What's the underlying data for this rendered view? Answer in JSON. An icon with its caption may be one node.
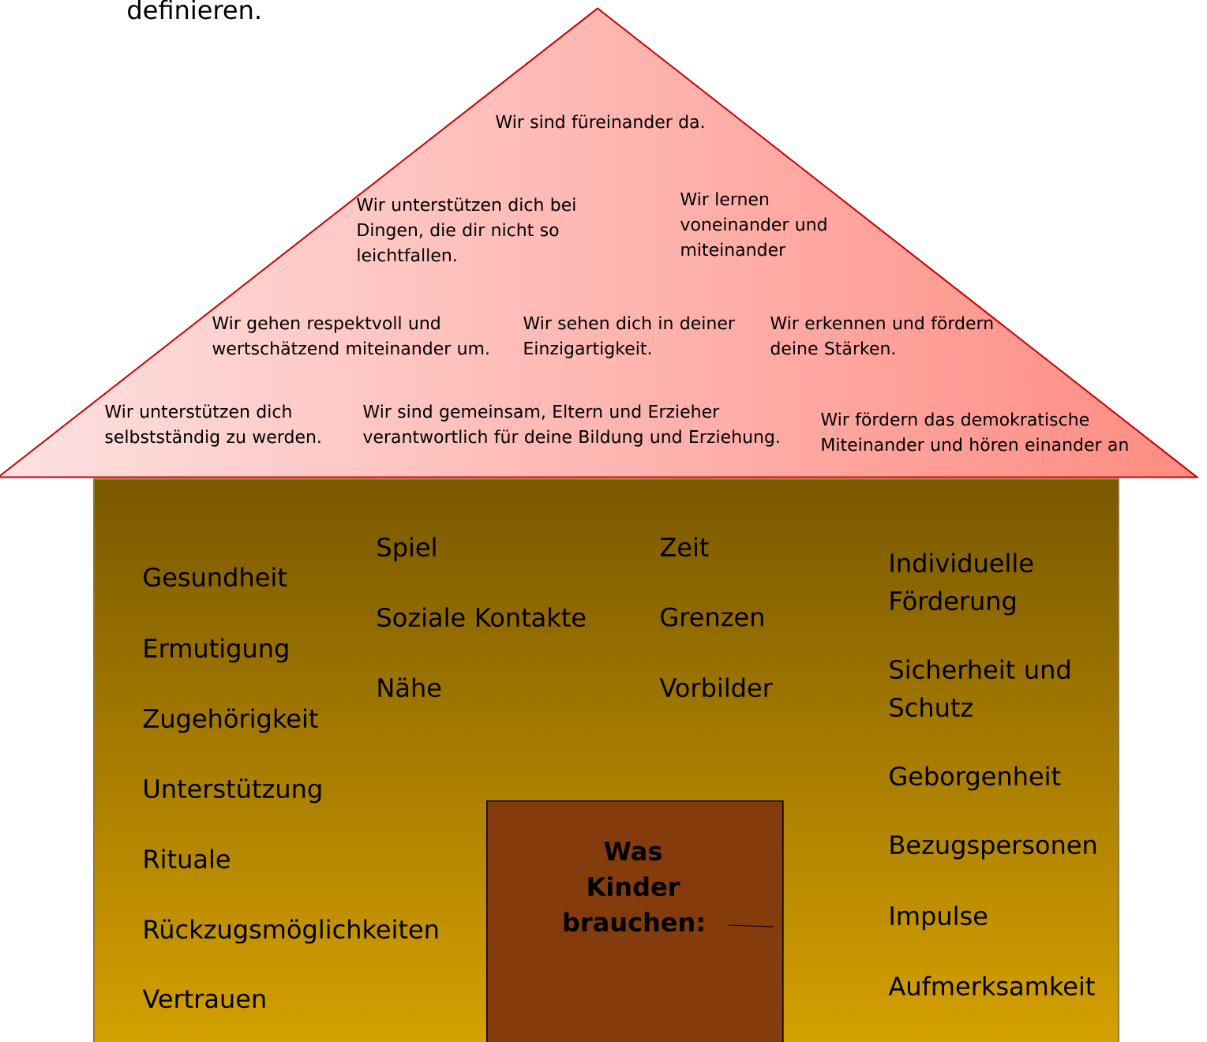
{
  "diagram": {
    "nodes": [
      {
        "text": [
          "Wir sind füreinander da.",
          "Wir unterstützen dich bei Dingen, die dir nicht so leichtfallen.",
          "Wir lernen voneinander und miteinander",
          "Wir gehen respektvoll und wertschätzend miteinander um.",
          "Wir sehen dich in deiner Einzigartigkeit.",
          "Wir erkennen und fördern deine Stärken.",
          "Wir unterstützen dich selbstständig zu werden.",
          "Wir sind gemeinsam, Eltern und Erzieher verantwortlich für deine Bildung und Erziehung.",
          "Wir fördern das demokratische Miteinander und hören einander an"
        ]
      },
      {
        "text": [
          "Gesundheit",
          "Ermutigung",
          "Zugehörigkeit",
          "Unterstützung",
          "Rituale",
          "Rückzugsmöglichkeiten",
          "Vertrauen",
          "Spiel",
          "Soziale Kontakte",
          "Nähe",
          "Zeit",
          "Grenzen",
          "Vorbilder",
          "Individuelle Förderung",
          "Sicherheit und Schutz",
          "Geborgenheit",
          "Bezugspersonen",
          "Impulse",
          "Aufmerksamkeit"
        ]
      },
      {
        "text": [
          "Was Kinder brauchen:"
        ],
        "in": 1
      }
    ],
    "labels": [
      "definieren."
    ]
  }
}
